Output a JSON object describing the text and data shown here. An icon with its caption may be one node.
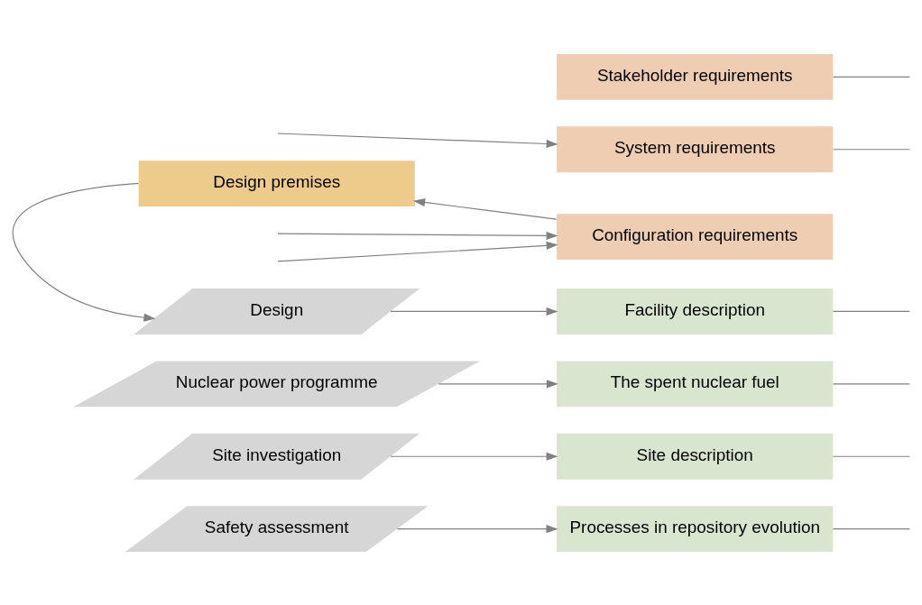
{
  "diagram": {
    "nodes": [
      {
        "text": [
          "Stakeholder requirements"
        ]
      },
      {
        "text": [
          "System requirements"
        ]
      },
      {
        "text": [
          "Design premises"
        ]
      },
      {
        "text": [
          "Configuration requirements"
        ]
      },
      {
        "text": [
          "Design"
        ]
      },
      {
        "text": [
          "Facility description"
        ]
      },
      {
        "text": [
          "Nuclear power programme"
        ]
      },
      {
        "text": [
          "The spent nuclear fuel"
        ]
      },
      {
        "text": [
          "Site investigation"
        ]
      },
      {
        "text": [
          "Site description"
        ]
      },
      {
        "text": [
          "Safety assessment"
        ]
      },
      {
        "text": [
          "Processes in repository evolution"
        ]
      }
    ],
    "edges": [
      {
        "from": 0,
        "to": null,
        "arrow": "none"
      },
      {
        "from": null,
        "to": 1,
        "arrow": "to"
      },
      {
        "from": 1,
        "to": null,
        "arrow": "none"
      },
      {
        "from": null,
        "to": 3,
        "arrow": "to"
      },
      {
        "from": null,
        "to": 3,
        "arrow": "to"
      },
      {
        "from": 3,
        "to": 2,
        "arrow": "to"
      },
      {
        "from": 2,
        "to": 4,
        "arrow": "to"
      },
      {
        "from": 4,
        "to": 5,
        "arrow": "to"
      },
      {
        "from": 5,
        "to": null,
        "arrow": "none"
      },
      {
        "from": 6,
        "to": 7,
        "arrow": "to"
      },
      {
        "from": 7,
        "to": null,
        "arrow": "none"
      },
      {
        "from": 8,
        "to": 9,
        "arrow": "to"
      },
      {
        "from": 9,
        "to": null,
        "arrow": "none"
      },
      {
        "from": 10,
        "to": 11,
        "arrow": "to"
      },
      {
        "from": 11,
        "to": null,
        "arrow": "none"
      }
    ]
  }
}
